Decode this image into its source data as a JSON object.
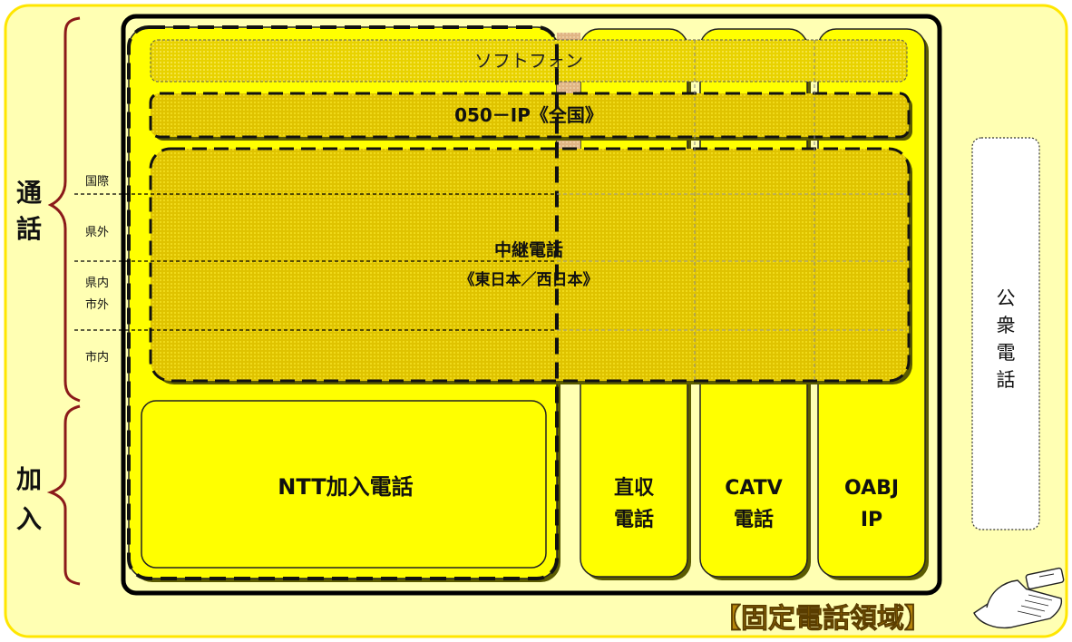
{
  "colors": {
    "background_panel": "#FFFFB3",
    "panel_border": "#FFE600",
    "column_fill": "#FFFF00",
    "ip_band_fill": "#E6CC00",
    "overlap_fill": "#E2B98A",
    "title_text": "#B8860B"
  },
  "left_labels": {
    "tsuwa": [
      "通",
      "話"
    ],
    "kanyu": [
      "加",
      "入"
    ]
  },
  "call_scope_labels": {
    "international": "国際",
    "out_of_pref": "県外",
    "in_pref": "県内",
    "other_city": "市外",
    "local": "市内"
  },
  "bands": {
    "softphone": "ソフトフォン",
    "ip050": "050－IP《全国》",
    "relay_line1": "中継電話",
    "relay_line2": "《東日本／西日本》"
  },
  "columns": {
    "ntt": "NTT加入電話",
    "direct_line1": "直収",
    "direct_line2": "電話",
    "catv_line1": "CATV",
    "catv_line2": "電話",
    "oabj_line1": "OABJ",
    "oabj_line2": "IP"
  },
  "public_phone": [
    "公",
    "衆",
    "電",
    "話"
  ],
  "title": "【固定電話領域】",
  "icons": {
    "telephone": "telephone-icon"
  }
}
